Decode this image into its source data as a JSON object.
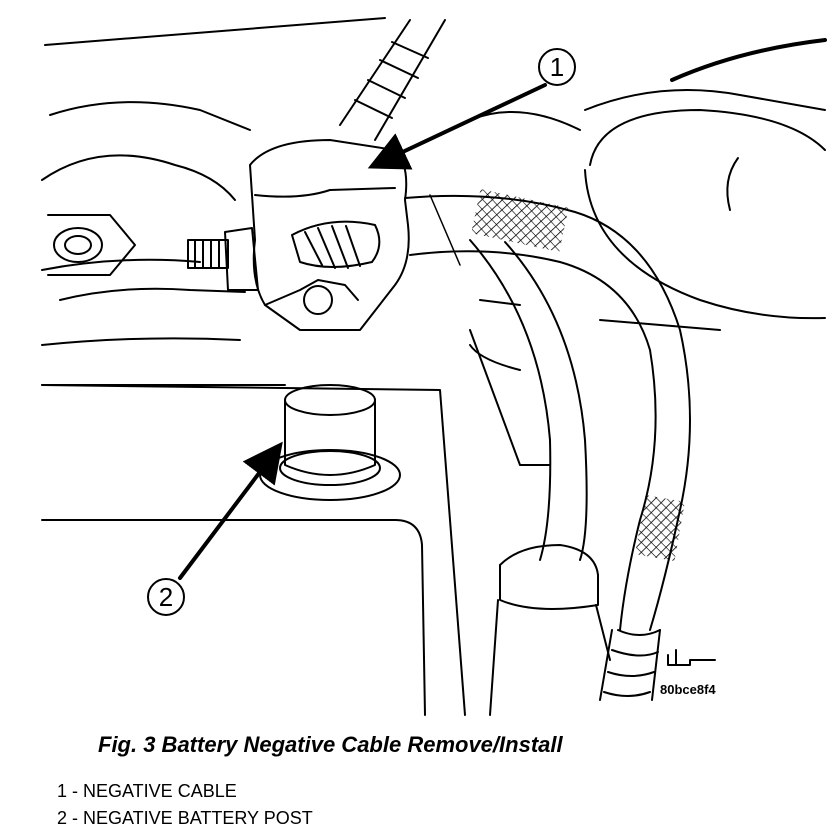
{
  "figure": {
    "caption": "Fig. 3 Battery Negative Cable Remove/Install",
    "image_code": "80bce8f4"
  },
  "callouts": [
    {
      "number": "1",
      "label": "NEGATIVE CABLE",
      "legend_text": "1 - NEGATIVE CABLE"
    },
    {
      "number": "2",
      "label": "NEGATIVE BATTERY POST",
      "legend_text": "2 - NEGATIVE BATTERY POST"
    }
  ],
  "colors": {
    "ink": "#000000",
    "paper": "#ffffff"
  }
}
